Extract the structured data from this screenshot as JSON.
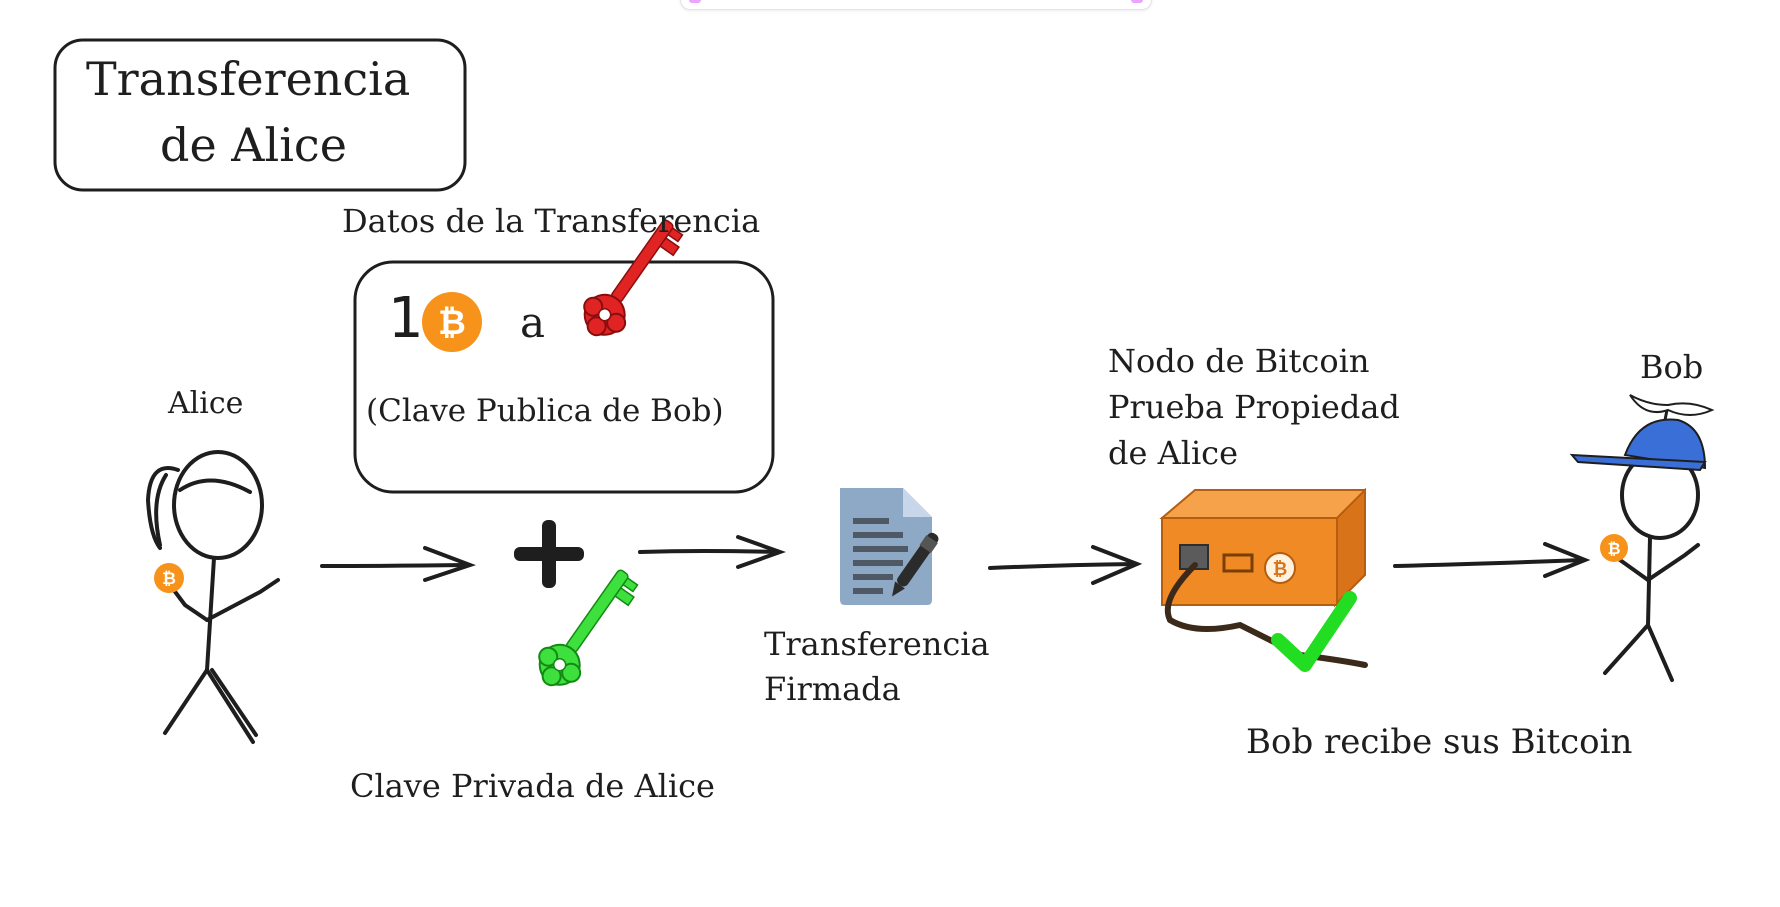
{
  "title": {
    "line1": "Transferencia",
    "line2": "de Alice"
  },
  "labels": {
    "transfer_data": "Datos de la Transferencia",
    "amount": "1",
    "to": "a",
    "public_key": "(Clave Publica de Bob)",
    "alice": "Alice",
    "private_key": "Clave Privada de Alice",
    "signed_line1": "Transferencia",
    "signed_line2": "Firmada",
    "node_line1": "Nodo de Bitcoin",
    "node_line2": "Prueba Propiedad",
    "node_line3": "de Alice",
    "bob": "Bob",
    "bob_receives": "Bob recibe sus Bitcoin"
  },
  "colors": {
    "bitcoin": "#f7931a",
    "public_key": "#e02424",
    "private_key": "#3de03d",
    "check": "#22dd22",
    "document": "#8ea9c6",
    "node_box": "#f08a24",
    "cap": "#3b6fd8"
  },
  "icons": [
    "bitcoin-icon",
    "red-key-icon",
    "green-key-icon",
    "document-icon",
    "pen-icon",
    "node-box-icon",
    "checkmark-icon",
    "plus-icon"
  ]
}
